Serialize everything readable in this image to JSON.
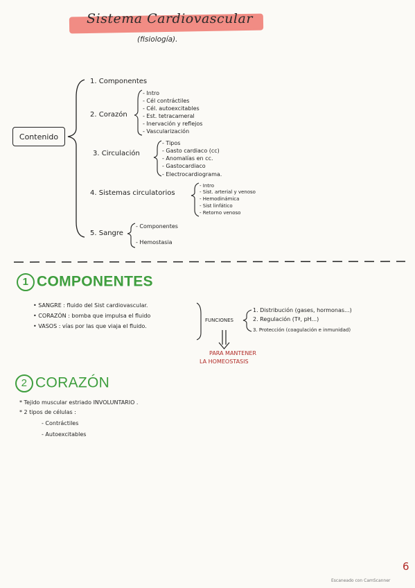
{
  "header": {
    "title": "Sistema Cardiovascular",
    "subtitle": "(fisiología)."
  },
  "index": {
    "label": "Contenido",
    "sections": [
      {
        "label": "1. Componentes",
        "items": []
      },
      {
        "label": "2. Corazón",
        "items": [
          "- Intro",
          "- Cél contráctiles",
          "- Cél. autoexcitables",
          "- Est. tetracameral",
          "- Inervación y reflejos",
          "- Vascularización"
        ]
      },
      {
        "label": "3. Circulación",
        "items": [
          "- Tipos",
          "- Gasto cardiaco (cc)",
          "- Anomalías en cc.",
          "- Gastocardiaco",
          "- Electrocardiograma."
        ]
      },
      {
        "label": "4. Sistemas circulatorios",
        "items": [
          "- Intro",
          "- Sist. arterial y venoso",
          "- Hemodinámica",
          "- Sist linfático",
          "- Retorno venoso"
        ]
      },
      {
        "label": "5. Sangre",
        "items": [
          "- Componentes",
          "- Hemostasia"
        ]
      }
    ]
  },
  "componentes": {
    "heading": "COMPONENTES",
    "number": "1",
    "bullets": [
      "• SANGRE : fluido del Sist cardiovascular.",
      "• CORAZÓN : bomba que impulsa el fluido",
      "• VASOS : vías por las que viaja el fluido."
    ],
    "funciones_label": "FUNCIONES",
    "funciones": [
      "1. Distribución (gases, hormonas...)",
      "2. Regulación (Tª, pH...)",
      "3. Protección (coagulación e inmunidad)"
    ],
    "arrow_note": [
      "PARA MANTENER",
      "LA HOMEOSTASIS"
    ]
  },
  "corazon": {
    "heading": "CORAZÓN",
    "number": "2",
    "lines": [
      "* Tejido muscular estriado INVOLUNTARIO .",
      "* 2 tipos de células :",
      "- Contráctiles",
      "- Autoexcitables"
    ]
  },
  "footer": {
    "page_number": "6",
    "scanner": "Escaneado con CamScanner"
  },
  "colors": {
    "highlight": "#ef7f78",
    "green": "#3e9e3e",
    "red": "#b12a26"
  }
}
